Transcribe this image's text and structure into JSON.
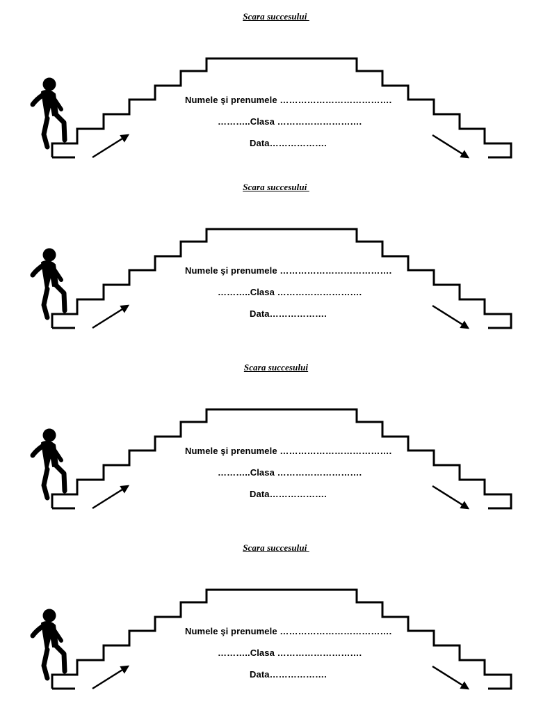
{
  "worksheet": {
    "cards": [
      {
        "title": "Scara succesului ",
        "name_field": "Numele şi prenumele ……………………………….",
        "class_field": "………..Clasa ……………………….",
        "date_field": "Data………………."
      },
      {
        "title": "Scara succesului ",
        "name_field": "Numele şi prenumele ……………………………….",
        "class_field": "………..Clasa ……………………….",
        "date_field": "Data………………."
      },
      {
        "title": "Scara succesului",
        "name_field": "Numele şi prenumele ……………………………….",
        "class_field": "………..Clasa ……………………….",
        "date_field": "Data………………."
      },
      {
        "title": "Scara succesului ",
        "name_field": "Numele şi prenumele ……………………………….",
        "class_field": "………..Clasa ……………………….",
        "date_field": "Data………………."
      }
    ]
  }
}
